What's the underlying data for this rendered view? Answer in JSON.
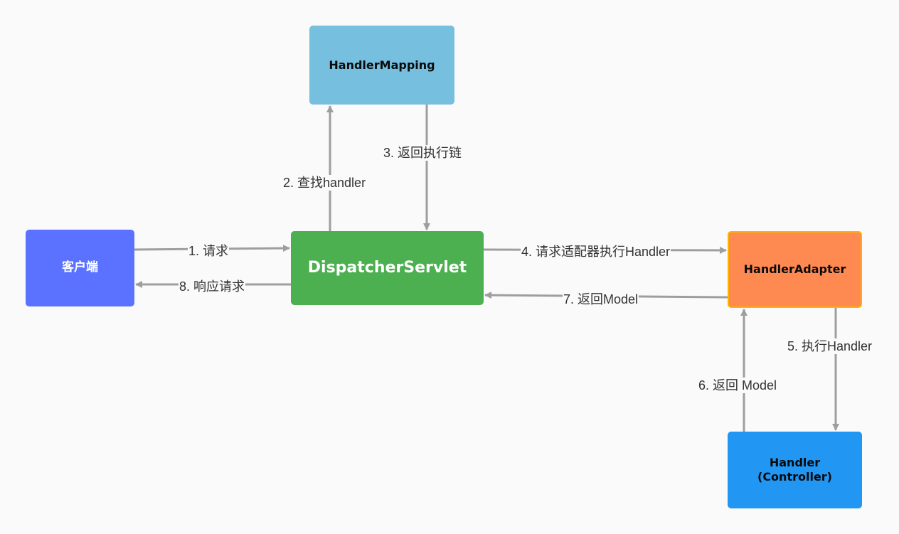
{
  "nodes": {
    "client": "客户端",
    "dispatcher": "DispatcherServlet",
    "mapping": "HandlerMapping",
    "adapter": "HandlerAdapter",
    "handler": "Handler\n(Controller)"
  },
  "edges": {
    "e1": "1. 请求",
    "e2": "2. 查找handler",
    "e3": "3. 返回执行链",
    "e4": "4. 请求适配器执行Handler",
    "e5": "5. 执行Handler",
    "e6": "6. 返回 Model",
    "e7": "7. 返回Model",
    "e8": "8. 响应请求"
  },
  "colors": {
    "client": "#5a72ff",
    "dispatcher": "#4caf50",
    "mapping": "#76bfdf",
    "adapter": "#fe8a52",
    "adapter_border": "#ffb300",
    "handler": "#2196f3",
    "edge": "#9e9e9e"
  }
}
